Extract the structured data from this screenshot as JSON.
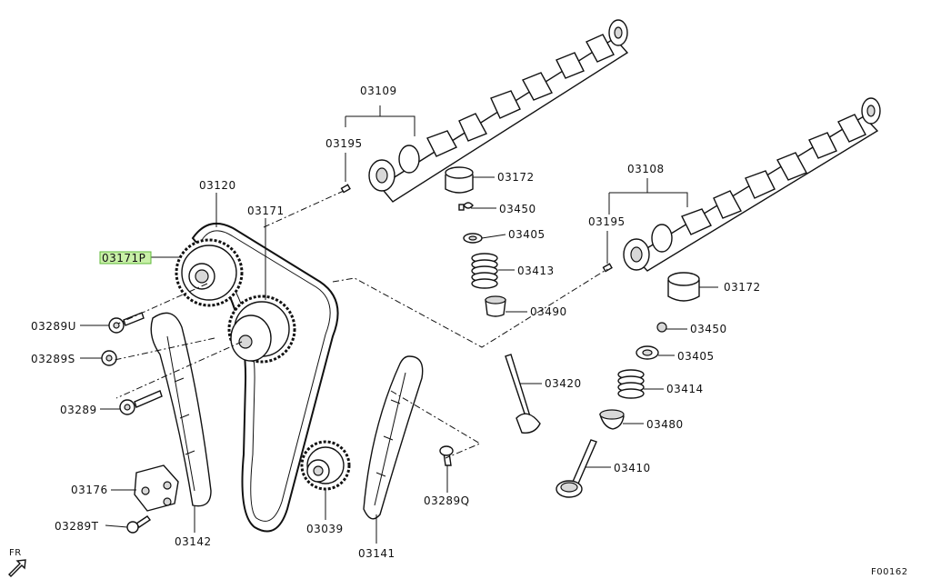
{
  "parts": {
    "p03109": "03109",
    "p03195a": "03195",
    "p03172a": "03172",
    "p03450a": "03450",
    "p03405a": "03405",
    "p03413": "03413",
    "p03490": "03490",
    "p03108": "03108",
    "p03195b": "03195",
    "p03172b": "03172",
    "p03450b": "03450",
    "p03405b": "03405",
    "p03414": "03414",
    "p03480": "03480",
    "p03420": "03420",
    "p03410": "03410",
    "p03120": "03120",
    "p03171": "03171",
    "p03171P": "03171P",
    "p03289U": "03289U",
    "p03289S": "03289S",
    "p03289": "03289",
    "p03176": "03176",
    "p03289T": "03289T",
    "p03142": "03142",
    "p03039": "03039",
    "p03141": "03141",
    "p03289Q": "03289Q"
  },
  "direction_label": "FR",
  "figure_code": "F00162",
  "colors": {
    "highlight_fill": "#c9f0a8",
    "highlight_stroke": "#5fb83a",
    "line": "#111111"
  }
}
